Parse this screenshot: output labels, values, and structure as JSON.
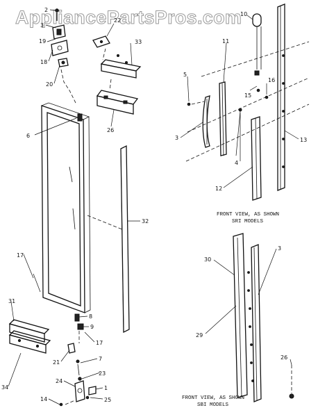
{
  "watermark": "AppliancePartsPros.com",
  "callouts": [
    "2",
    "3",
    "19",
    "18",
    "20",
    "22",
    "33",
    "6",
    "26",
    "17",
    "31",
    "34",
    "21",
    "8",
    "9",
    "17",
    "23",
    "7",
    "24",
    "14",
    "25",
    "1",
    "32",
    "10",
    "11",
    "5",
    "15",
    "16",
    "3",
    "4",
    "13",
    "12",
    "30",
    "29",
    "3",
    "26"
  ],
  "captions": {
    "sri_line1": "FRONT VIEW, AS SHOWN",
    "sri_line2": "SRI MODELS",
    "sbi_line1": "FRONT VIEW, AS SHOWN",
    "sbi_line2": "SBI MODELS"
  }
}
